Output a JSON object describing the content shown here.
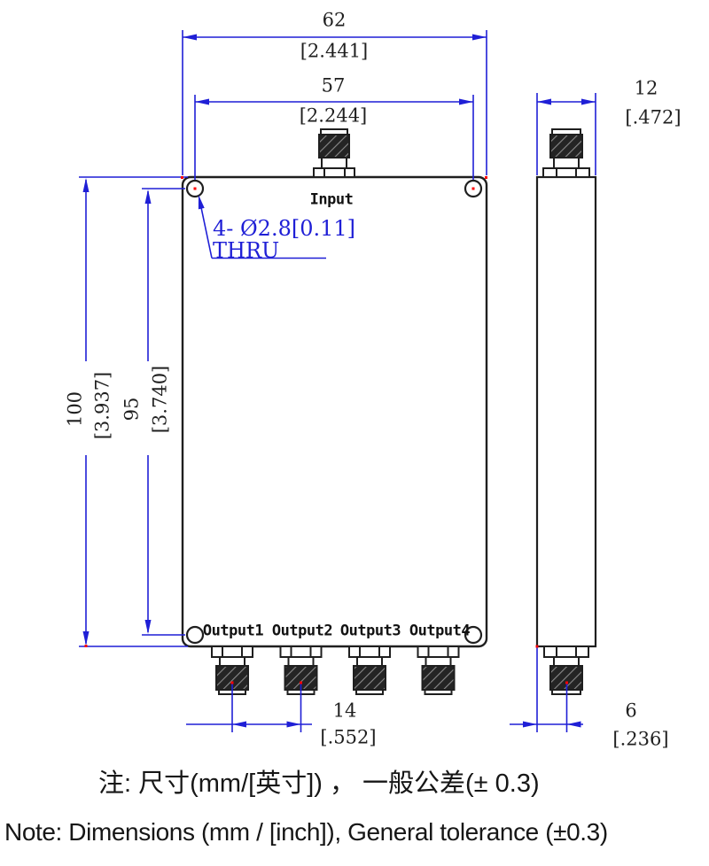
{
  "front_view": {
    "input_label": "Input",
    "output_labels": [
      "Output1",
      "Output2",
      "Output3",
      "Output4"
    ]
  },
  "dimensions": {
    "outer_width": {
      "mm": "62",
      "inch": "[2.441]"
    },
    "hole_span_width": {
      "mm": "57",
      "inch": "[2.244]"
    },
    "side_width": {
      "mm": "12",
      "inch": "[.472]"
    },
    "outer_height": {
      "mm": "100",
      "inch": "[3.937]"
    },
    "hole_span_height": {
      "mm": "95",
      "inch": "[3.740]"
    },
    "output_spacing": {
      "mm": "14",
      "inch": "[.552]"
    },
    "connector_offset": {
      "mm": "6",
      "inch": "[.236]"
    },
    "hole_callout": {
      "line1": "4- Ø2.8[0.11]",
      "line2": "THRU"
    }
  },
  "notes": {
    "chinese": "注: 尺寸(mm/[英寸]) ， 一般公差(± 0.3)",
    "english": "Note: Dimensions (mm / [inch]), General tolerance (±0.3)"
  },
  "colors": {
    "dimension_line": "#1f1fd6",
    "outline": "#1f1f1f",
    "text": "#1f1f1f"
  }
}
